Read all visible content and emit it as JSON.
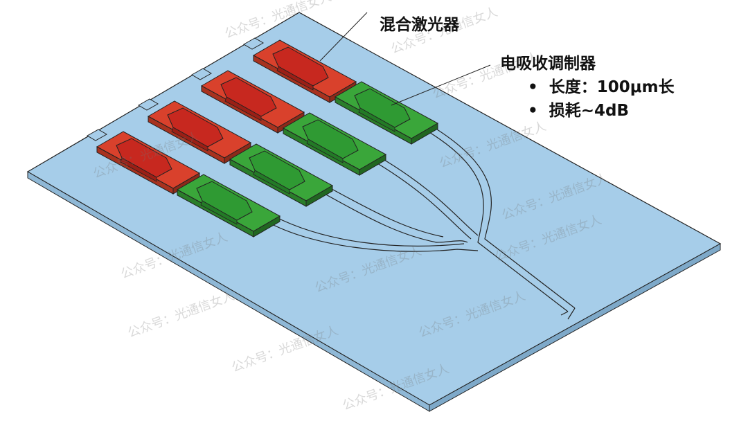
{
  "labels": {
    "laser": "混合激光器",
    "modulator": "电吸收调制器",
    "bullets": [
      "长度：100μm长",
      "损耗~4dB"
    ]
  },
  "watermark": "公众号：光通信女人",
  "colors": {
    "substrate": "#a6cde9",
    "laser": "#d9412c",
    "modulator": "#3aa63a"
  }
}
